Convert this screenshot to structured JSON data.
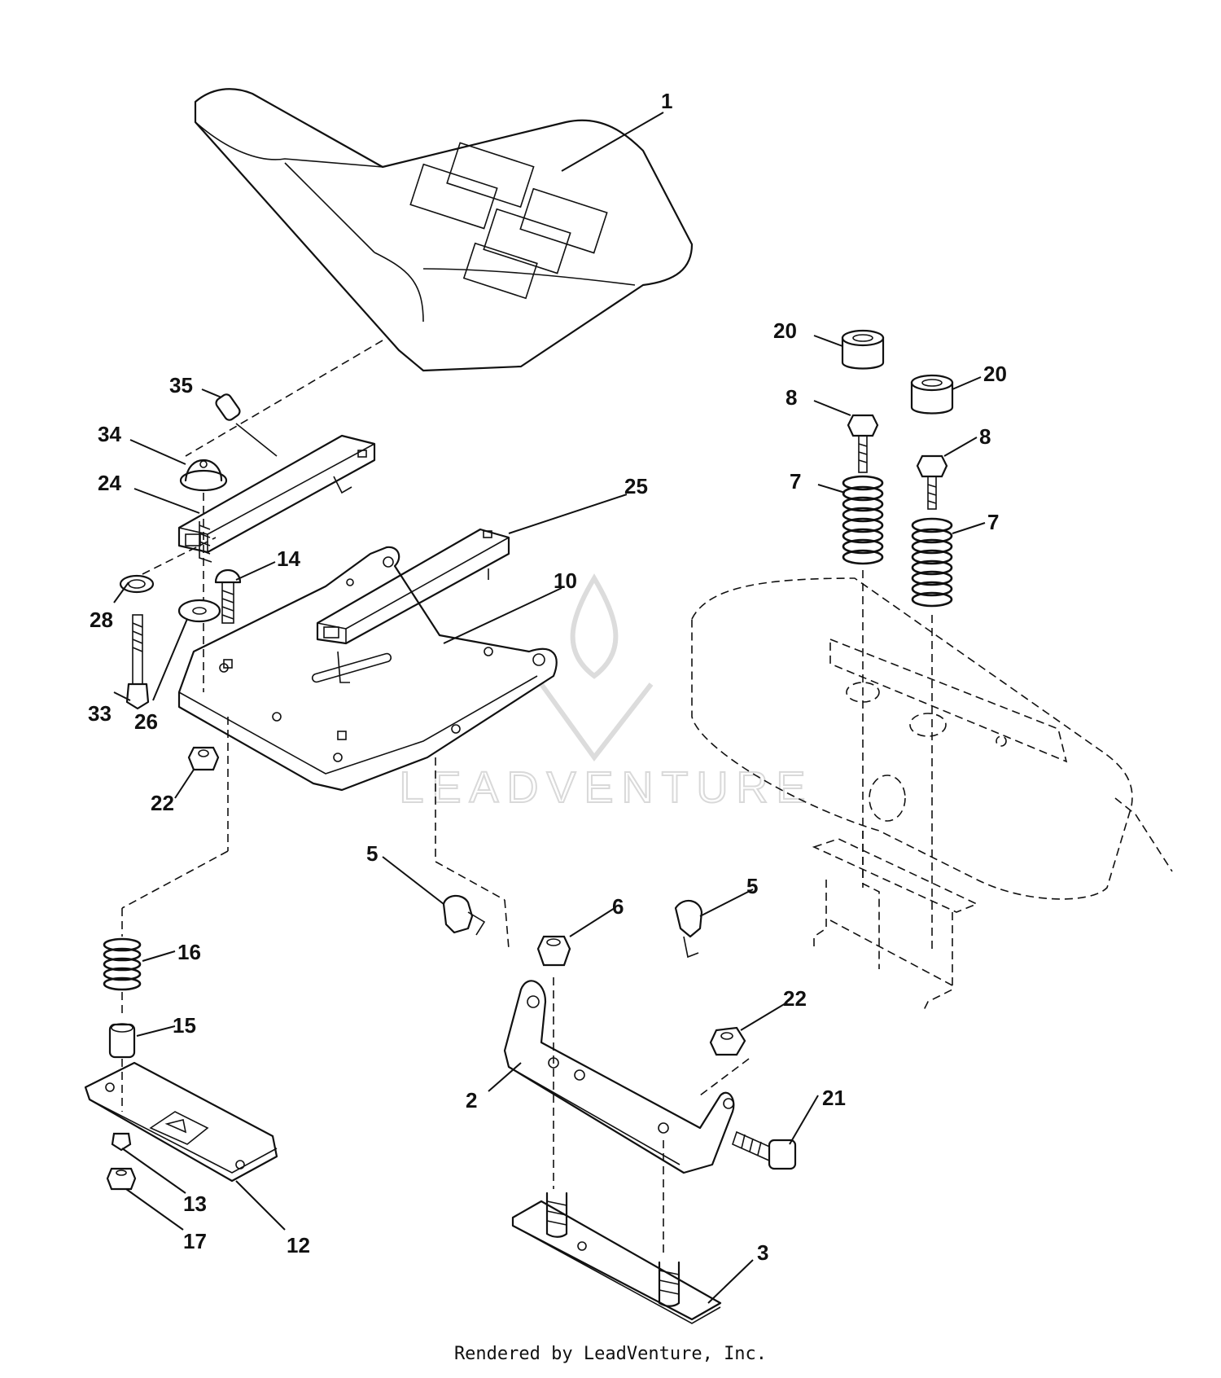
{
  "diagram": {
    "callouts": [
      "1",
      "35",
      "34",
      "24",
      "25",
      "10",
      "14",
      "28",
      "33",
      "26",
      "22",
      "20",
      "20",
      "8",
      "8",
      "7",
      "7",
      "5",
      "5",
      "6",
      "22",
      "16",
      "15",
      "21",
      "2",
      "13",
      "17",
      "12",
      "3"
    ],
    "watermark": "LEADVENTURE"
  },
  "footer": {
    "text": "Rendered by LeadVenture, Inc."
  }
}
